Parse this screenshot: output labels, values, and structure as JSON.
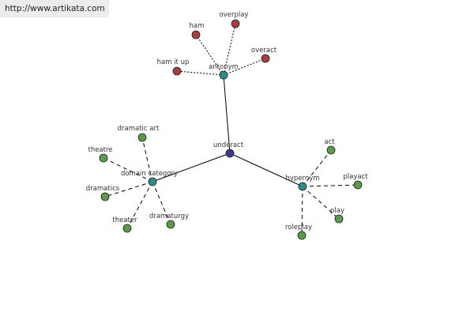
{
  "watermark": {
    "text": "http://www.artikata.com"
  },
  "colors": {
    "center": "#3a3a8c",
    "group": "#2f8a8a",
    "antonym_leaf": "#a04040",
    "domain_leaf": "#5a9a4a",
    "hypernym_leaf": "#5a9a4a",
    "edge": "#000000"
  },
  "graph": {
    "center": "underact",
    "groups": [
      {
        "label": "antonym",
        "style": "dotted",
        "leaf_color": "antonym_leaf",
        "leaves": [
          "ham",
          "overplay",
          "overact",
          "ham it up"
        ]
      },
      {
        "label": "domain category",
        "style": "dashed",
        "leaf_color": "domain_leaf",
        "leaves": [
          "dramatic art",
          "theatre",
          "dramatics",
          "theater",
          "dramaturgy"
        ]
      },
      {
        "label": "hypernym",
        "style": "dashed",
        "leaf_color": "hypernym_leaf",
        "leaves": [
          "act",
          "playact",
          "play",
          "roleplay"
        ]
      }
    ]
  }
}
